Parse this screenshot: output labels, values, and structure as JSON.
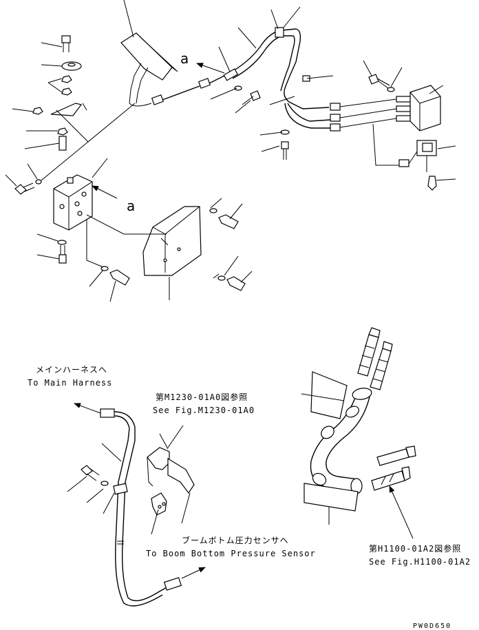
{
  "ref_a_top": "a",
  "ref_a_bracket": "a",
  "main_harness": {
    "ja": "メインハーネスへ",
    "en": "To Main Harness"
  },
  "fig_m1230": {
    "ja": "第M1230-01A0図参照",
    "en": "See Fig.M1230-01A0"
  },
  "boom_sensor": {
    "ja": "ブームボトム圧力センサへ",
    "en": "To Boom Bottom Pressure Sensor"
  },
  "fig_h1100": {
    "ja": "第H1100-01A2図参照",
    "en": "See Fig.H1100-01A2"
  },
  "drawing_code": "PW0D650"
}
